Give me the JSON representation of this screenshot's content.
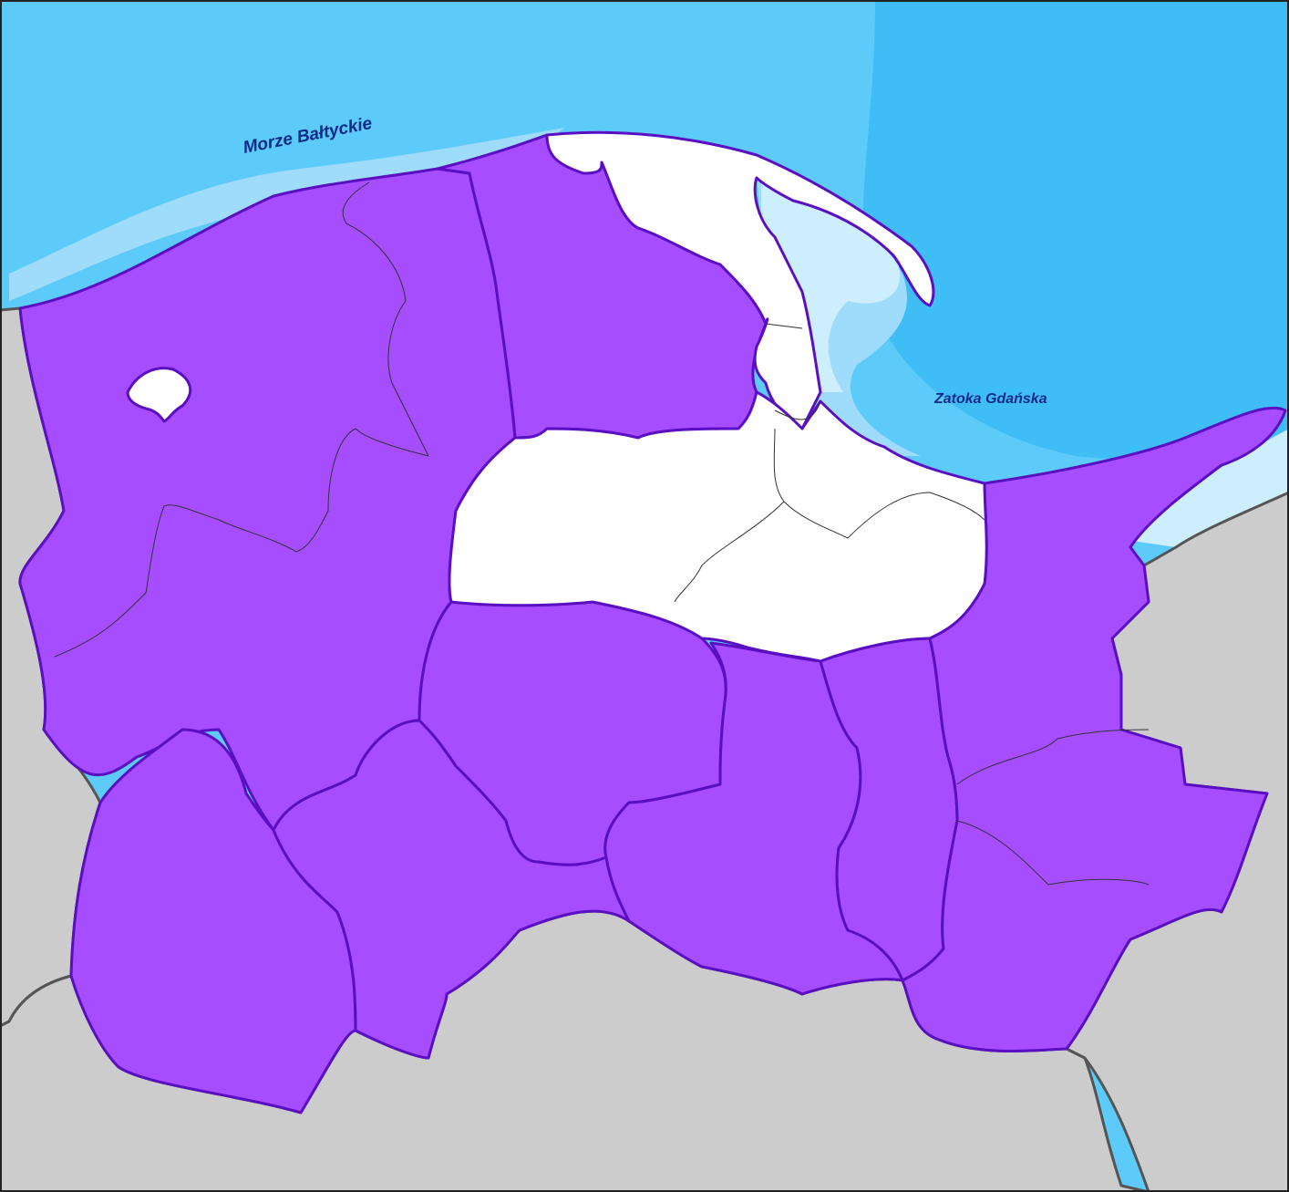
{
  "labels": {
    "sea": "Morze Bałtyckie",
    "gulf": "Zatoka Gdańska"
  },
  "colors": {
    "sea_deep": "#3fbdf5",
    "sea_mid": "#5ccbfa",
    "sea_shallow": "#9fdcfb",
    "sea_pale": "#cdeefc",
    "neighbor_land": "#cccccc",
    "neighbor_border": "#555555",
    "region_fill": "#a64dff",
    "region_outline": "#5b0fc2",
    "excluded_area": "#ffffff",
    "inner_border": "#333333",
    "label_text": "#0a2a88"
  },
  "regions": {
    "highlighted_fill": "purple",
    "excluded_fill": "white"
  }
}
